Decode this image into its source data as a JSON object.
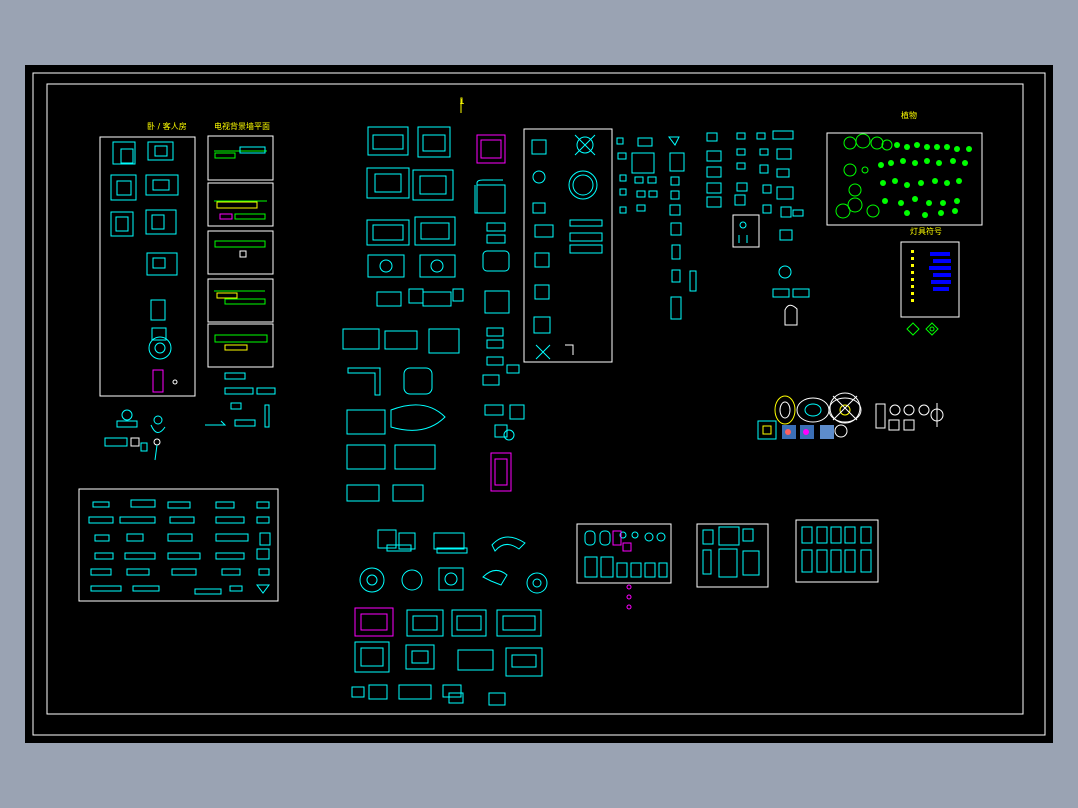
{
  "window": {
    "background": "#9aa3b3",
    "canvas_background": "#000000"
  },
  "labels": {
    "section_bedroom": "卧 / 客人房",
    "section_tv_wall": "电视背景墙平面",
    "section_plants": "植物",
    "section_lamps": "灯具符号",
    "sheet_mark": "1"
  },
  "colors": {
    "frame": "#ffffff",
    "furniture": "#00ffff",
    "accent": "#ff00ff",
    "plants": "#00ff00",
    "text": "#ffff00",
    "blue": "#0000ff",
    "white": "#ffffff"
  },
  "icons": [
    "cad-furniture-block",
    "sofa-set-block",
    "dining-table-block",
    "plant-symbol",
    "lamp-symbol",
    "door-symbol",
    "bed-block"
  ]
}
